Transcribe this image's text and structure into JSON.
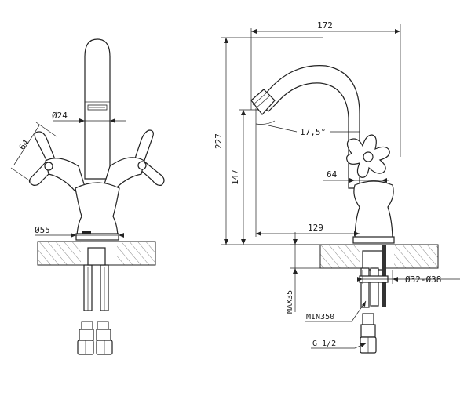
{
  "front_view": {
    "dim_spout_diameter": "Ø24",
    "dim_handle_length": "64",
    "dim_base_diameter": "Ø55"
  },
  "side_view": {
    "dim_overall_width": "172",
    "dim_overall_height": "227",
    "dim_handle_height": "147",
    "dim_spout_angle": "17,5°",
    "dim_handle_width": "64",
    "dim_spout_reach": "129",
    "dim_hole_diameter": "Ø32-Ø38",
    "dim_max_thickness": "MAX35",
    "dim_hose_length": "MIN350",
    "dim_thread": "G 1/2"
  },
  "colors": {
    "line": "#222222",
    "background": "#ffffff"
  }
}
